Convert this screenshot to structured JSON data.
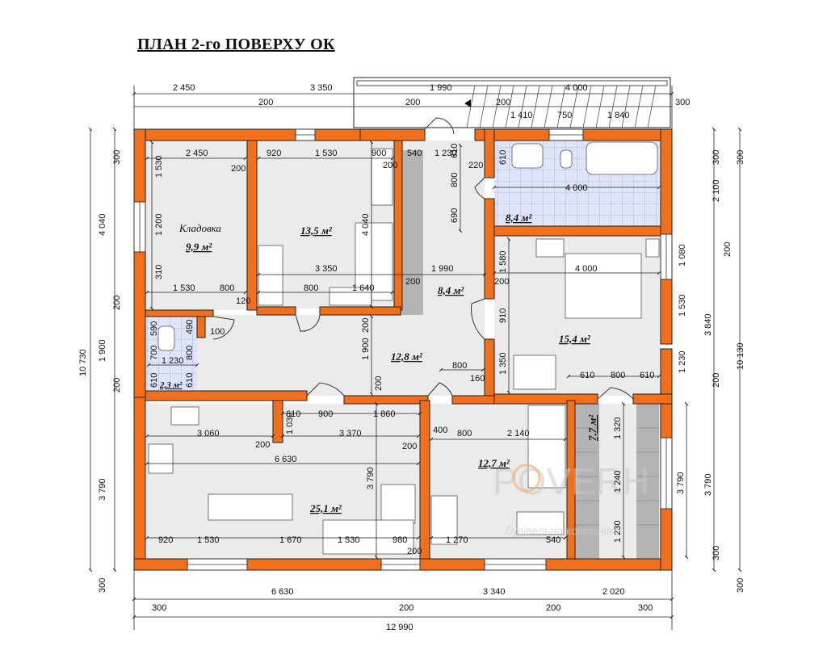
{
  "title": "ПЛАН 2-го ПОВЕРХУ ОК",
  "colors": {
    "wall": "#f26f1c",
    "floor": "#ebebeb",
    "bath_tile": "#dfe5f7",
    "stair": "#b4b4b4",
    "line": "#222222"
  },
  "rooms": {
    "storage_name": "Кладовка",
    "storage_area": "9,9 м²",
    "bedroom1_area": "13,5 м²",
    "hall_area": "8,4 м²",
    "bath_area": "8,4 м²",
    "bedroom2_area": "15,4 м²",
    "corridor_area": "12,8 м²",
    "wc_area": "2,3 м²",
    "living_area": "25,1 м²",
    "bedroom3_area": "12,7 м²",
    "stair_area": "7,7 м²"
  },
  "dims": {
    "top_outer": [
      "2 450",
      "3 350",
      "1 990",
      "4 000"
    ],
    "top_walls": [
      "200",
      "200",
      "200",
      "300"
    ],
    "top_bath": [
      "1 410",
      "750",
      "1 840"
    ],
    "bottom_outer": [
      "6 630",
      "3 340",
      "2 020"
    ],
    "bottom_walls": [
      "300",
      "200",
      "200",
      "300"
    ],
    "total_width": "12 990",
    "left_outer": [
      "300",
      "4 040",
      "200",
      "1 900",
      "200",
      "3 790",
      "300"
    ],
    "left_total": "10 730",
    "right_outer": [
      "300",
      "2 100",
      "200",
      "3 840",
      "200",
      "3 790",
      "300"
    ],
    "right_total": "10 130",
    "inner": {
      "storage_w": "2 450",
      "storage_h1": "1 530",
      "storage_h2": "1 200",
      "storage_h3": "310",
      "storage_b1": "1 530",
      "storage_b2": "800",
      "storage_200": "200",
      "storage_120": "120",
      "br1_t1": "920",
      "br1_t2": "1 530",
      "br1_t3": "900",
      "br1_w": "3 350",
      "br1_h": "4 040",
      "br1_b1": "800",
      "br1_b2": "1 640",
      "br1_200": "200",
      "hall_540": "540",
      "hall_1230": "1 230",
      "hall_w": "1 990",
      "hall_200": "200",
      "v_610": "610",
      "v_800": "800",
      "v_690": "690",
      "v_220": "220",
      "bath_w": "4 000",
      "bath_610": "610",
      "br2_w": "4 000",
      "br2_1580": "1 580",
      "br2_910": "910",
      "br2_1350": "1 350",
      "br2_b1": "610",
      "br2_b2": "800",
      "br2_b3": "610",
      "br2_1080": "1 080",
      "br2_1530": "1 530",
      "br2_1230": "1 230",
      "br2_200": "200",
      "corr_800": "800",
      "corr_160": "160",
      "corr_1900": "1 900",
      "corr_200a": "200",
      "corr_200b": "200",
      "corr_100": "100",
      "wc_590": "590",
      "wc_490": "490",
      "wc_700": "700",
      "wc_800": "800",
      "wc_1230": "1 230",
      "wc_610a": "610",
      "wc_610b": "610",
      "lv_610": "610",
      "lv_900": "900",
      "lv_1860": "1 860",
      "lv_3060": "3 060",
      "lv_1030": "1 030",
      "lv_200a": "200",
      "lv_3370": "3 370",
      "lv_200b": "200",
      "lv_6630": "6 630",
      "lv_3790": "3 790",
      "lv_b1": "920",
      "lv_b2": "1 530",
      "lv_b3": "1 670",
      "lv_b4": "1 530",
      "lv_b5": "980",
      "lv_200c": "200",
      "br3_400": "400",
      "br3_800": "800",
      "br3_2140": "2 140",
      "br3_1270": "1 270",
      "br3_540": "540",
      "st_1320": "1 320",
      "st_1240": "1 240",
      "st_1230": "1 230",
      "st_3790": "3 790"
    }
  },
  "watermark": {
    "brand": "POVERH",
    "sub": "будівельна компанія"
  }
}
